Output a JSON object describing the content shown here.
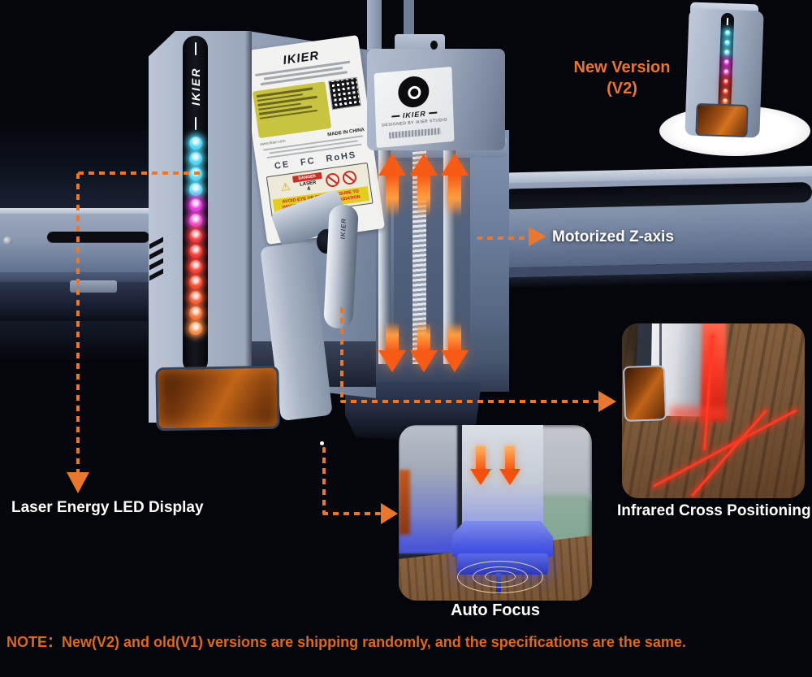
{
  "note": {
    "text": "NOTE：New(V2) and old(V1) versions are shipping randomly, and the specifications are the same."
  },
  "callouts": {
    "new_version_line1": "New Version",
    "new_version_line2": "(V2)",
    "motorized_z_axis": "Motorized Z-axis",
    "laser_energy_led_display": "Laser Energy LED Display",
    "infrared_cross_positioning": "Infrared Cross Positioning",
    "auto_focus": "Auto Focus"
  },
  "machine": {
    "strip_brand": "IKIER",
    "cylinder_text": "IKIER",
    "motor_label": {
      "brand": "IKIER",
      "subtitle": "DESIGNED BY IKIER STUDIO"
    },
    "label": {
      "brand": "IKIER",
      "website": "www.ikier.com",
      "made_in": "MADE IN CHINA",
      "certs": [
        "CE",
        "FC",
        "RoHS"
      ],
      "danger_title": "DANGER",
      "laser_word": "LASER",
      "laser_class": "4",
      "warning_text": "AVOID EYE OR SKIN EXPOSURE TO DIRECT OR SCATTERED RADIATION"
    }
  },
  "leds": {
    "main_strip": [
      "#52D7F3",
      "#4FD4F1",
      "#55DAF5",
      "#5FDDF7",
      "#E43BDF",
      "#EF4BD0",
      "#F23A44",
      "#F53C33",
      "#F64236",
      "#F74A32",
      "#F85A33",
      "#FA7038",
      "#FB8C45"
    ],
    "inset_strip": [
      "#5ADCF6",
      "#57D9F4",
      "#63E2EE",
      "#E73EE0",
      "#F055C9",
      "#F43B3E",
      "#F64533",
      "#FA6B36",
      "#FB8C45"
    ]
  },
  "icons": {
    "callout_arrow_right": "orange-triangle-right",
    "callout_arrow_down": "orange-triangle-down",
    "flow_arrow_up": "orange-gradient-arrow-up",
    "flow_arrow_down": "orange-gradient-arrow-down",
    "warning_triangle": "⚠",
    "prohibition_sign": "crossed-circle",
    "qr_code": "qr-pattern",
    "camera_lens": "black-lens-dot"
  },
  "colors": {
    "accent_orange": "#EA772E",
    "note_orange": "#DD6820",
    "text_white": "#FFFFFF",
    "machine_light": "#A8B3C7",
    "machine_mid": "#76869F",
    "machine_dark": "#3E4A66",
    "background": "#05060B",
    "wood": "#7A5A3A",
    "laser_red": "#FF3A26",
    "led_cyan": "#52D7F3",
    "led_magenta": "#E43BDF",
    "led_red": "#F53C33"
  }
}
